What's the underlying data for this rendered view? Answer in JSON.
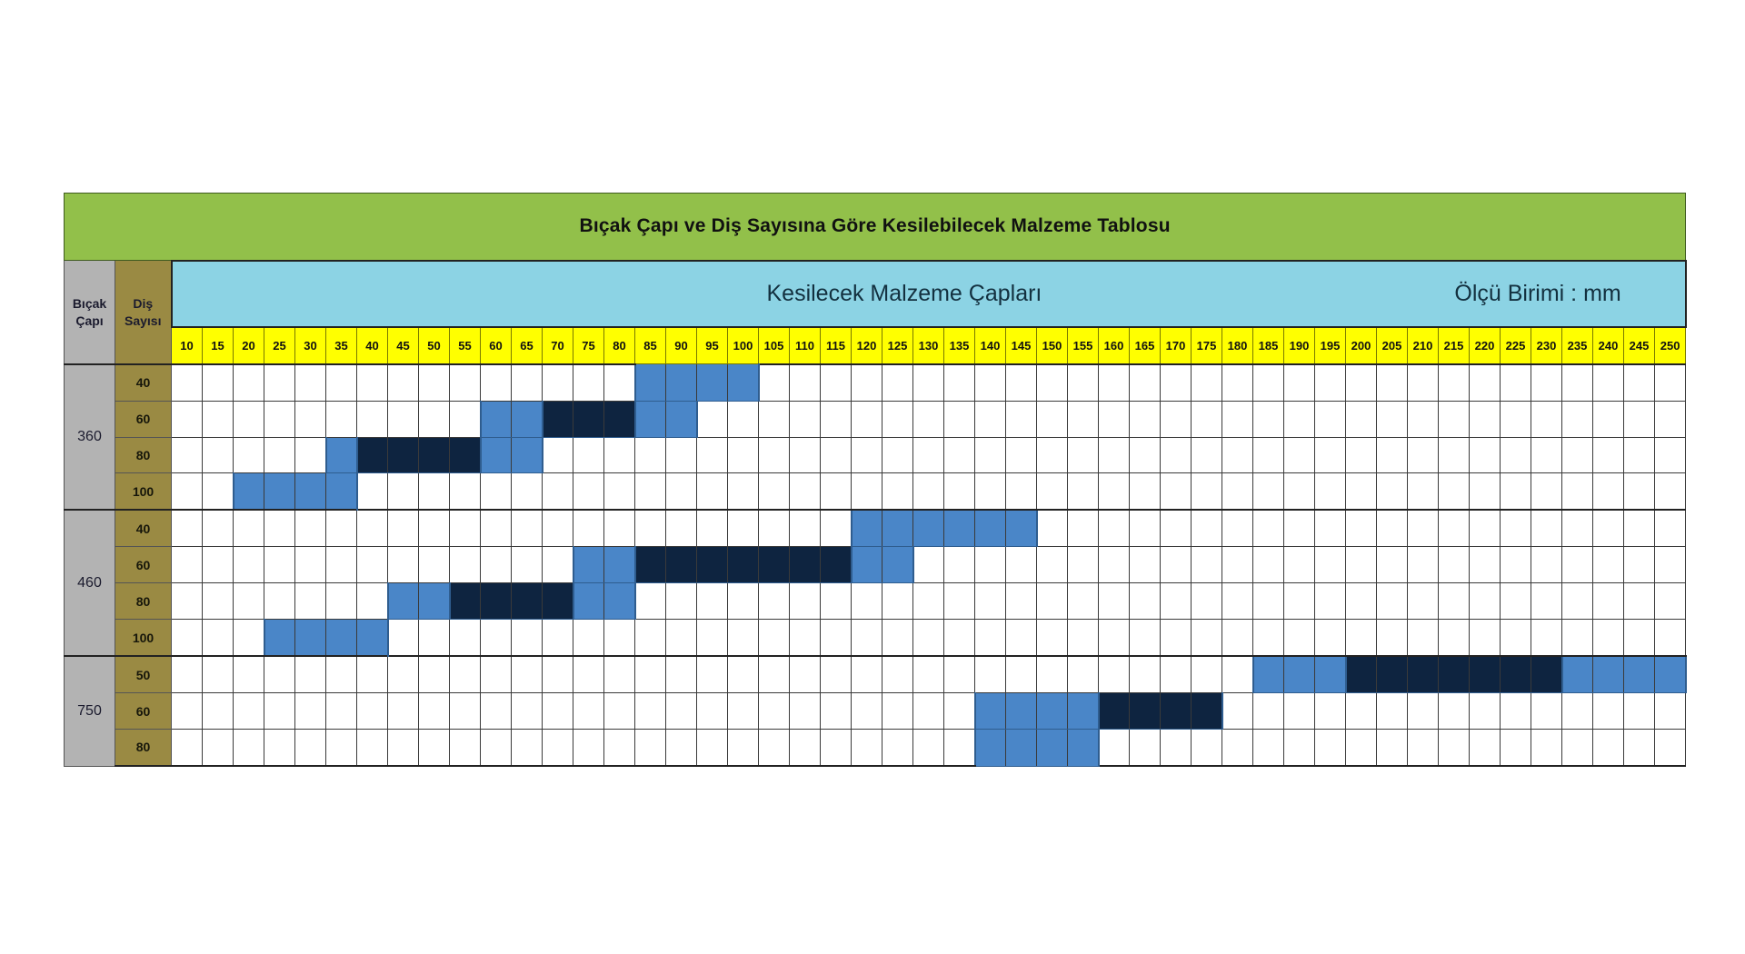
{
  "title": "Bıçak Çapı ve Diş Sayısına Göre Kesilebilecek Malzeme Tablosu",
  "band": {
    "heading": "Kesilecek Malzeme Çapları",
    "unit_label": "Ölçü Birimi  :  mm"
  },
  "corner": {
    "blade_line1": "Bıçak",
    "blade_line2": "Çapı",
    "teeth_line1": "Diş",
    "teeth_line2": "Sayısı"
  },
  "colors": {
    "title_green": "#92C04A",
    "band_cyan": "#8CD3E4",
    "scale_yellow": "#FFFF00",
    "blade_grey": "#B3B3B3",
    "teeth_olive": "#9A8A43",
    "bar_light": "#4A86C8",
    "bar_dark": "#0E2440"
  },
  "chart_data": {
    "type": "heatmap",
    "title": "Bıçak Çapı ve Diş Sayısına Göre Kesilebilecek Malzeme Tablosu",
    "xlabel": "Kesilecek Malzeme Çapları",
    "ylabel": "Bıçak Çapı / Diş Sayısı",
    "unit": "mm",
    "legend": [
      {
        "key": "light",
        "color": "#4A86C8",
        "name": "uygun-aralik"
      },
      {
        "key": "dark",
        "color": "#0E2440",
        "name": "optimum-aralik"
      }
    ],
    "columns": [
      10,
      15,
      20,
      25,
      30,
      35,
      40,
      45,
      50,
      55,
      60,
      65,
      70,
      75,
      80,
      85,
      90,
      95,
      100,
      105,
      110,
      115,
      120,
      125,
      130,
      135,
      140,
      145,
      150,
      155,
      160,
      165,
      170,
      175,
      180,
      185,
      190,
      195,
      200,
      205,
      210,
      215,
      220,
      225,
      230,
      235,
      240,
      245,
      250
    ],
    "groups": [
      {
        "blade": "360",
        "rows": [
          {
            "teeth": "40",
            "segments": [
              {
                "type": "light",
                "from": 85,
                "to": 100
              }
            ]
          },
          {
            "teeth": "60",
            "segments": [
              {
                "type": "light",
                "from": 60,
                "to": 65
              },
              {
                "type": "dark",
                "from": 70,
                "to": 80
              },
              {
                "type": "light",
                "from": 85,
                "to": 90
              }
            ]
          },
          {
            "teeth": "80",
            "segments": [
              {
                "type": "light",
                "from": 35,
                "to": 35
              },
              {
                "type": "dark",
                "from": 40,
                "to": 55
              },
              {
                "type": "light",
                "from": 60,
                "to": 65
              }
            ]
          },
          {
            "teeth": "100",
            "segments": [
              {
                "type": "light",
                "from": 20,
                "to": 35
              }
            ]
          }
        ]
      },
      {
        "blade": "460",
        "rows": [
          {
            "teeth": "40",
            "segments": [
              {
                "type": "light",
                "from": 120,
                "to": 145
              }
            ]
          },
          {
            "teeth": "60",
            "segments": [
              {
                "type": "light",
                "from": 75,
                "to": 80
              },
              {
                "type": "dark",
                "from": 85,
                "to": 115
              },
              {
                "type": "light",
                "from": 120,
                "to": 125
              }
            ]
          },
          {
            "teeth": "80",
            "segments": [
              {
                "type": "light",
                "from": 45,
                "to": 50
              },
              {
                "type": "dark",
                "from": 55,
                "to": 70
              },
              {
                "type": "light",
                "from": 75,
                "to": 80
              }
            ]
          },
          {
            "teeth": "100",
            "segments": [
              {
                "type": "light",
                "from": 25,
                "to": 40
              }
            ]
          }
        ]
      },
      {
        "blade": "750",
        "rows": [
          {
            "teeth": "50",
            "segments": [
              {
                "type": "light",
                "from": 185,
                "to": 195
              },
              {
                "type": "dark",
                "from": 200,
                "to": 230
              },
              {
                "type": "light",
                "from": 235,
                "to": 250
              }
            ]
          },
          {
            "teeth": "60",
            "segments": [
              {
                "type": "light",
                "from": 140,
                "to": 155
              },
              {
                "type": "dark",
                "from": 160,
                "to": 175
              }
            ]
          },
          {
            "teeth": "80",
            "segments": [
              {
                "type": "light",
                "from": 140,
                "to": 155
              }
            ]
          }
        ]
      }
    ]
  }
}
